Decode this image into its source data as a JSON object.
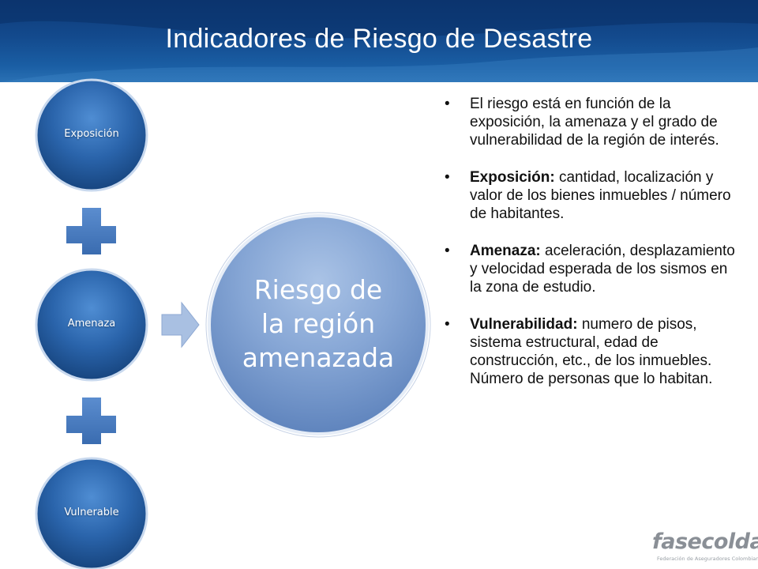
{
  "slide": {
    "title": "Indicadores de Riesgo de Desastre"
  },
  "diagram": {
    "inputs": [
      {
        "label": "Exposición"
      },
      {
        "label": "Amenaza"
      },
      {
        "label": "Vulnerable"
      }
    ],
    "result": {
      "line1": "Riesgo de",
      "line2": "la región",
      "line3": "amenazada"
    },
    "colors": {
      "circle_dark": "#1d4f93",
      "circle_light": "#3d7bc4",
      "plus": "#4a7cc0",
      "arrow": "#9fb8de",
      "result_circle": "#7f9fd0"
    }
  },
  "bullets": {
    "bullet_symbol": "•",
    "items": [
      {
        "term": "",
        "text": "El riesgo está en función de la exposición, la amenaza y el grado de vulnerabilidad de la región de interés."
      },
      {
        "term": "Exposición:",
        "text": " cantidad, localización y valor de los bienes inmuebles / número de habitantes."
      },
      {
        "term": "Amenaza:",
        "text": " aceleración, desplazamiento y velocidad esperada de los sismos en la zona de estudio."
      },
      {
        "term": "Vulnerabilidad:",
        "text": " numero de pisos, sistema estructural, edad de construcción, etc., de los inmuebles. Número de personas que lo habitan."
      }
    ]
  },
  "logo": {
    "name": "fasecolda",
    "subtitle": "Federación de Aseguradores Colombianos"
  }
}
